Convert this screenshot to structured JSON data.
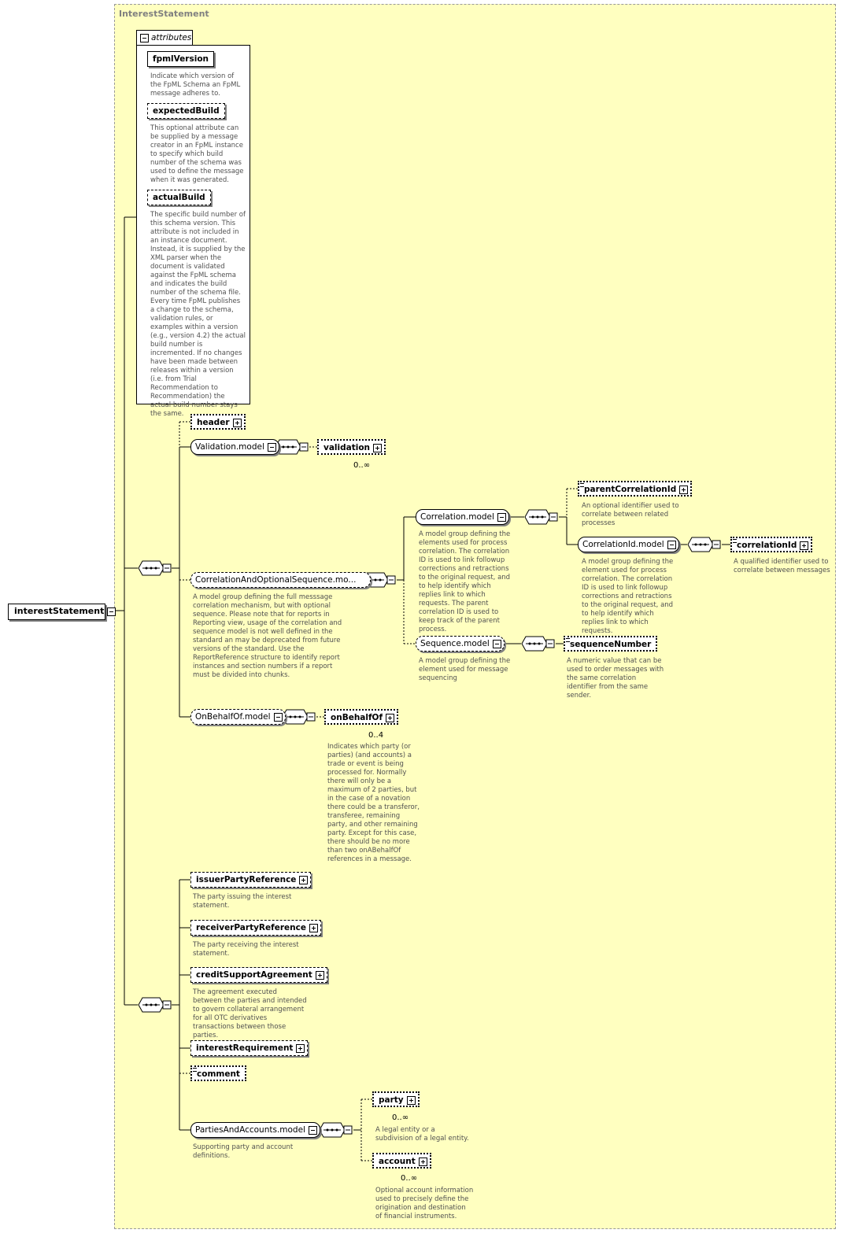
{
  "title": "InterestStatement",
  "root": {
    "name": "interestStatement"
  },
  "attributes": {
    "tab_label": "attributes",
    "items": [
      {
        "name": "fpmlVersion",
        "doc": "Indicate which version of the FpML Schema an FpML message adheres to."
      },
      {
        "name": "expectedBuild",
        "doc": "This optional attribute can be supplied by a message creator in an FpML instance to specify which build number of the schema was used to define the message when it was generated."
      },
      {
        "name": "actualBuild",
        "doc": "The specific build number of this schema version. This attribute is not included in an instance document. Instead, it is supplied by the XML parser when the document is validated against the FpML schema and indicates the build number of the schema file. Every time FpML publishes a change to the schema, validation rules, or examples within a version (e.g., version 4.2) the actual build number is incremented. If no changes have been made between releases within a version (i.e. from Trial Recommendation to Recommendation) the actual build number stays the same."
      }
    ]
  },
  "group1": {
    "header": "header",
    "validation_model": "Validation.model",
    "validation": "validation",
    "validation_card": "0..∞",
    "corr_opt_seq": "CorrelationAndOptionalSequence.mo...",
    "corr_opt_seq_doc": "A model group defining the full messsage correlation mechanism, but with optional sequence. Please note that for reports in Reporting view, usage of the correlation and sequence model is not well defined in the standard an may be deprecated from future versions of the standard. Use the ReportReference structure to identify report instances and section numbers if a report must be divided into chunks.",
    "correlation_model": "Correlation.model",
    "correlation_model_doc": "A model group defining the elements used for process correlation. The correlation ID is used to link followup corrections and retractions to the original request, and to help identify which replies link to which requests. The parent correlation ID is used to keep track of the parent process.",
    "parent_correlation_id": "parentCorrelationId",
    "parent_correlation_id_doc": "An optional identifier used to correlate between related processes",
    "correlation_id_model": "CorrelationId.model",
    "correlation_id_model_doc": "A model group defining the element used for process correlation. The correlation ID is used to link followup corrections and retractions to the original request, and to help identify which replies link to which requests.",
    "correlation_id": "correlationId",
    "correlation_id_doc": "A qualified identifier used to correlate between messages",
    "sequence_model": "Sequence.model",
    "sequence_model_doc": "A model group defining the element used for message sequencing",
    "sequence_number": "sequenceNumber",
    "sequence_number_doc": "A numeric value that can be used to order messages with the same correlation identifier from the same sender.",
    "on_behalf_of_model": "OnBehalfOf.model",
    "on_behalf_of": "onBehalfOf",
    "on_behalf_of_card": "0..4",
    "on_behalf_of_doc": "Indicates which party (or parties) (and accounts) a trade or event is being processed for. Normally there will only be a maximum of 2 parties, but in the case of a novation there could be a transferor, transferee, remaining party, and other remaining party. Except for this case, there should be no more than two onABehalfOf references in a message."
  },
  "group2": {
    "issuer": "issuerPartyReference",
    "issuer_doc": "The party issuing the interest statement.",
    "receiver": "receiverPartyReference",
    "receiver_doc": "The party receiving the interest statement.",
    "csa": "creditSupportAgreement",
    "csa_doc": "The agreement executed between the parties and intended to govern collateral arrangement for all OTC derivatives transactions between those parties.",
    "interest_requirement": "interestRequirement",
    "comment": "comment",
    "parties_model": "PartiesAndAccounts.model",
    "parties_model_doc": "Supporting party and account definitions.",
    "party": "party",
    "party_card": "0..∞",
    "party_doc": "A legal entity or a subdivision of a legal entity.",
    "account": "account",
    "account_card": "0..∞",
    "account_doc": "Optional account information used to precisely define the origination and destination of financial instruments."
  }
}
